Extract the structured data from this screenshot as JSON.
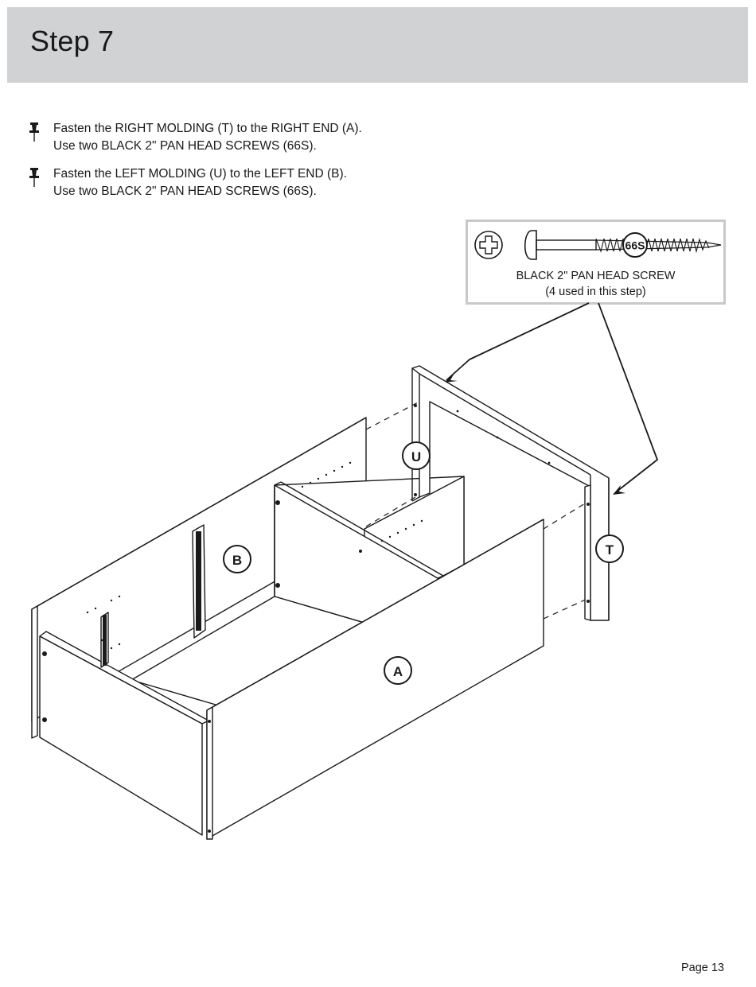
{
  "header": {
    "title": "Step 7"
  },
  "instructions": [
    {
      "line1": "Fasten the RIGHT MOLDING (T) to the RIGHT END (A).",
      "line2": "Use two BLACK 2\" PAN HEAD SCREWS (66S)."
    },
    {
      "line1": "Fasten the LEFT MOLDING (U) to the LEFT END (B).",
      "line2": "Use two BLACK 2\" PAN HEAD SCREWS (66S)."
    }
  ],
  "hardware": {
    "code": "66S",
    "name": "BLACK 2\" PAN HEAD SCREW",
    "count_text": "(4 used in this step)",
    "icon": "screw-icon"
  },
  "part_labels": {
    "A": "A",
    "B": "B",
    "T": "T",
    "U": "U"
  },
  "footer": {
    "page": "Page 13"
  }
}
